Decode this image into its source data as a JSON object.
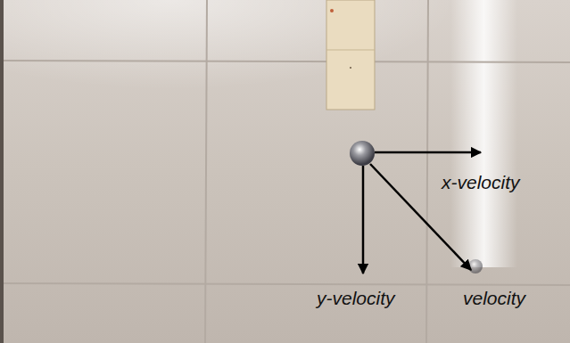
{
  "diagram": {
    "labels": [
      "x-velocity",
      "y-velocity",
      "velocity"
    ]
  }
}
